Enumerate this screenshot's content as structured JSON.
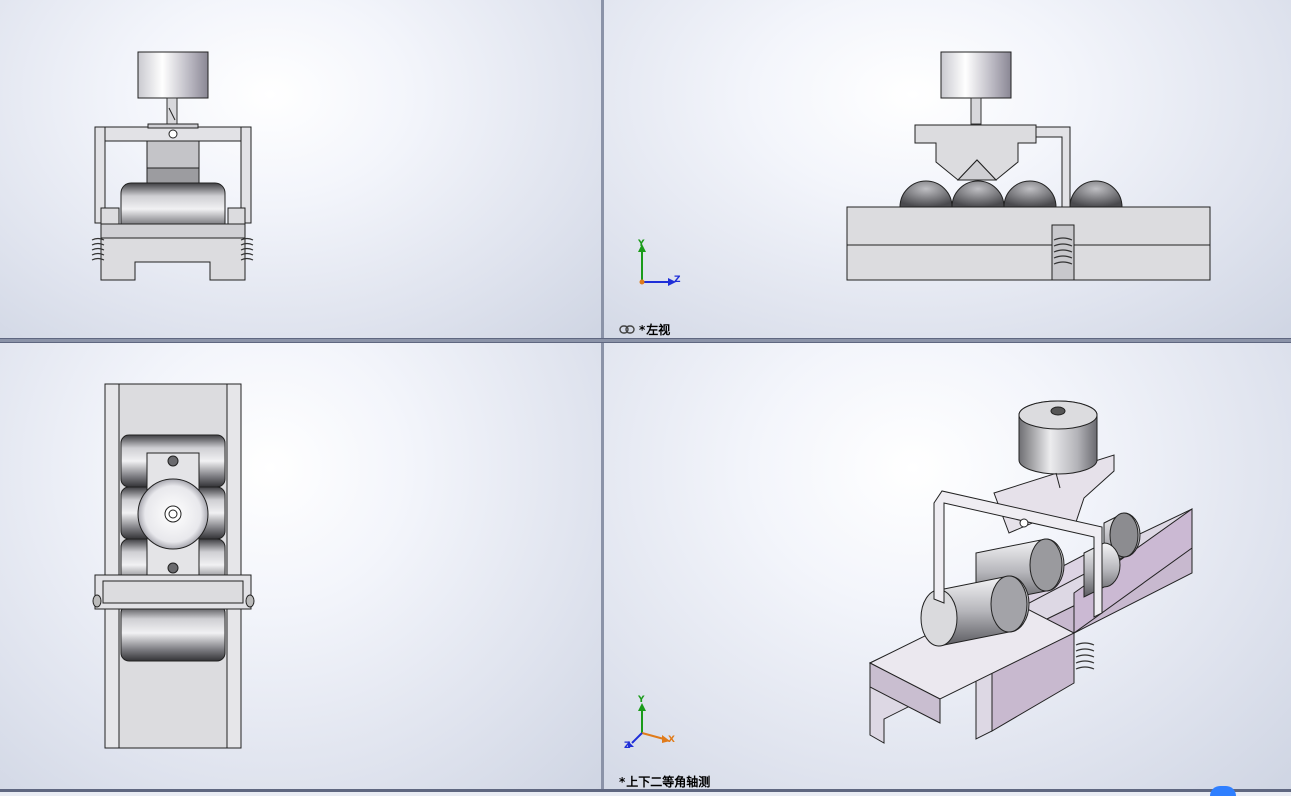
{
  "viewports": {
    "front": {
      "label": ""
    },
    "left": {
      "label": "左视",
      "prefix": "*"
    },
    "top": {
      "label": ""
    },
    "isometric": {
      "label": "上下二等角轴测",
      "prefix": "*"
    }
  },
  "triad": {
    "left_view": {
      "axes": [
        "Y",
        "Z"
      ]
    },
    "iso_view": {
      "axes": [
        "Y",
        "X",
        "Z"
      ]
    }
  },
  "icons": {
    "link_views": "chain-link-icon"
  },
  "colors": {
    "axis_y": "#1a9b1a",
    "axis_z": "#1f2fd8",
    "axis_x": "#e07b1a",
    "separator": "#8b93a8"
  }
}
